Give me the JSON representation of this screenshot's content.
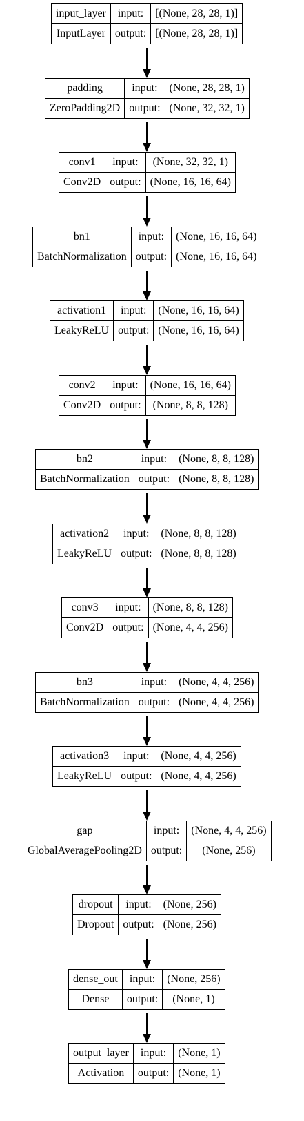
{
  "nodes": [
    {
      "name": "input_layer",
      "type": "InputLayer",
      "in_label": "input:",
      "out_label": "output:",
      "input": "[(None, 28, 28, 1)]",
      "output": "[(None, 28, 28, 1)]"
    },
    {
      "name": "padding",
      "type": "ZeroPadding2D",
      "in_label": "input:",
      "out_label": "output:",
      "input": "(None, 28, 28, 1)",
      "output": "(None, 32, 32, 1)"
    },
    {
      "name": "conv1",
      "type": "Conv2D",
      "in_label": "input:",
      "out_label": "output:",
      "input": "(None, 32, 32, 1)",
      "output": "(None, 16, 16, 64)"
    },
    {
      "name": "bn1",
      "type": "BatchNormalization",
      "in_label": "input:",
      "out_label": "output:",
      "input": "(None, 16, 16, 64)",
      "output": "(None, 16, 16, 64)"
    },
    {
      "name": "activation1",
      "type": "LeakyReLU",
      "in_label": "input:",
      "out_label": "output:",
      "input": "(None, 16, 16, 64)",
      "output": "(None, 16, 16, 64)"
    },
    {
      "name": "conv2",
      "type": "Conv2D",
      "in_label": "input:",
      "out_label": "output:",
      "input": "(None, 16, 16, 64)",
      "output": "(None, 8, 8, 128)"
    },
    {
      "name": "bn2",
      "type": "BatchNormalization",
      "in_label": "input:",
      "out_label": "output:",
      "input": "(None, 8, 8, 128)",
      "output": "(None, 8, 8, 128)"
    },
    {
      "name": "activation2",
      "type": "LeakyReLU",
      "in_label": "input:",
      "out_label": "output:",
      "input": "(None, 8, 8, 128)",
      "output": "(None, 8, 8, 128)"
    },
    {
      "name": "conv3",
      "type": "Conv2D",
      "in_label": "input:",
      "out_label": "output:",
      "input": "(None, 8, 8, 128)",
      "output": "(None, 4, 4, 256)"
    },
    {
      "name": "bn3",
      "type": "BatchNormalization",
      "in_label": "input:",
      "out_label": "output:",
      "input": "(None, 4, 4, 256)",
      "output": "(None, 4, 4, 256)"
    },
    {
      "name": "activation3",
      "type": "LeakyReLU",
      "in_label": "input:",
      "out_label": "output:",
      "input": "(None, 4, 4, 256)",
      "output": "(None, 4, 4, 256)"
    },
    {
      "name": "gap",
      "type": "GlobalAveragePooling2D",
      "in_label": "input:",
      "out_label": "output:",
      "input": "(None, 4, 4, 256)",
      "output": "(None, 256)"
    },
    {
      "name": "dropout",
      "type": "Dropout",
      "in_label": "input:",
      "out_label": "output:",
      "input": "(None, 256)",
      "output": "(None, 256)"
    },
    {
      "name": "dense_out",
      "type": "Dense",
      "in_label": "input:",
      "out_label": "output:",
      "input": "(None, 256)",
      "output": "(None, 1)"
    },
    {
      "name": "output_layer",
      "type": "Activation",
      "in_label": "input:",
      "out_label": "output:",
      "input": "(None, 1)",
      "output": "(None, 1)"
    }
  ]
}
